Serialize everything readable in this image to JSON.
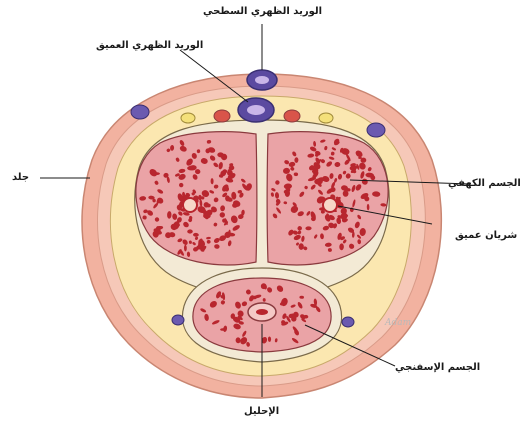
{
  "labels": {
    "superficial_dorsal_vein": "الوريد الظهري السطحي",
    "deep_dorsal_vein": "الوريد الظهري العميق",
    "skin": "جلد",
    "corpus_cavernosum": "الجسم الكهفي",
    "deep_artery": "شريان عميق",
    "corpus_spongiosum": "الجسم الإسفنجي",
    "urethra": "الإحليل"
  },
  "watermark": "Adam",
  "colors": {
    "skin_outer": "#f2b2a0",
    "skin_inner": "#f6c8b8",
    "fat": "#fbe7b0",
    "tissue_fill": "#eaa3a6",
    "tissue_spots": "#b8262e",
    "vein": "#5b4aa0",
    "tunica": "#f3ead5",
    "outline": "#7a4a3a"
  }
}
